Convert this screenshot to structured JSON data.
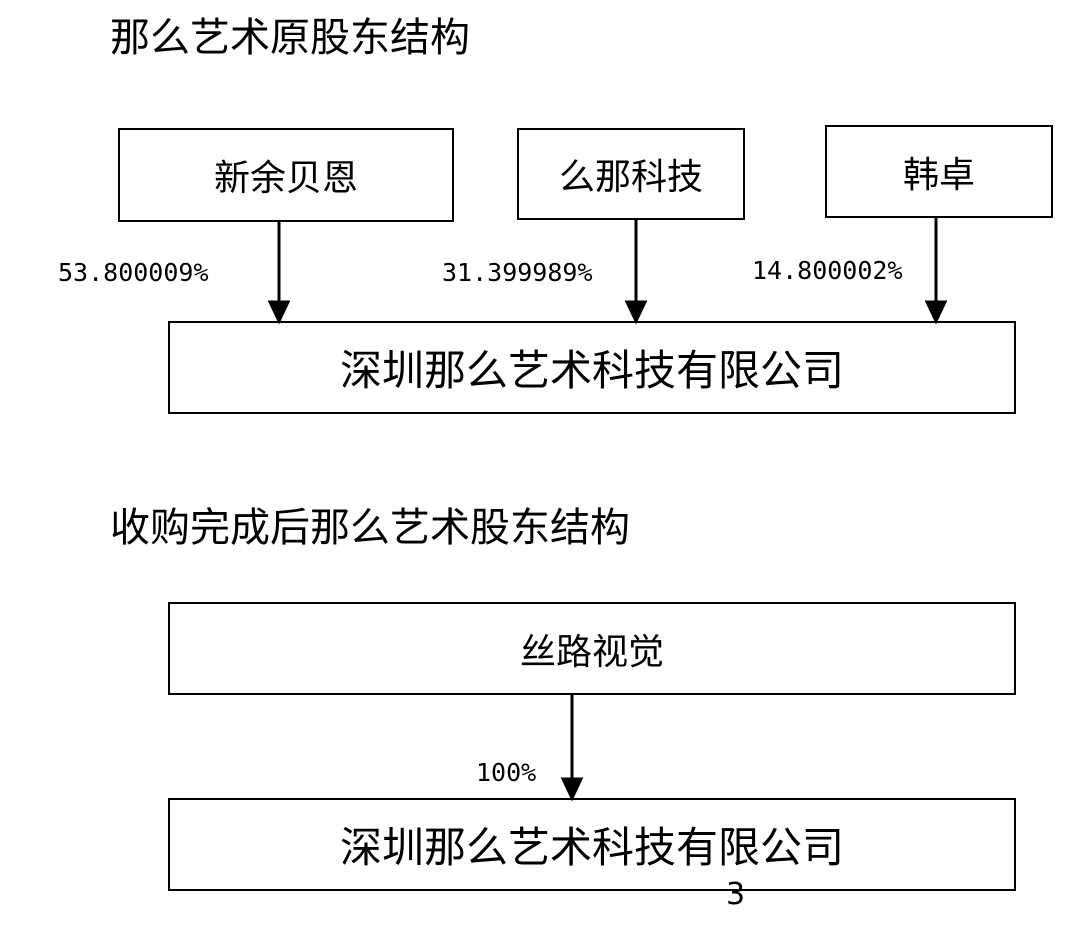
{
  "original": {
    "heading": "那么艺术原股东结构",
    "shareholders": [
      {
        "name": "新余贝恩",
        "percent": "53.800009%"
      },
      {
        "name": "么那科技",
        "percent": "31.399989%"
      },
      {
        "name": "韩卓",
        "percent": "14.800002%"
      }
    ],
    "company": "深圳那么艺术科技有限公司"
  },
  "after": {
    "heading": "收购完成后那么艺术股东结构",
    "shareholder": {
      "name": "丝路视觉",
      "percent": "100%"
    },
    "company": "深圳那么艺术科技有限公司"
  },
  "page_number": "3"
}
